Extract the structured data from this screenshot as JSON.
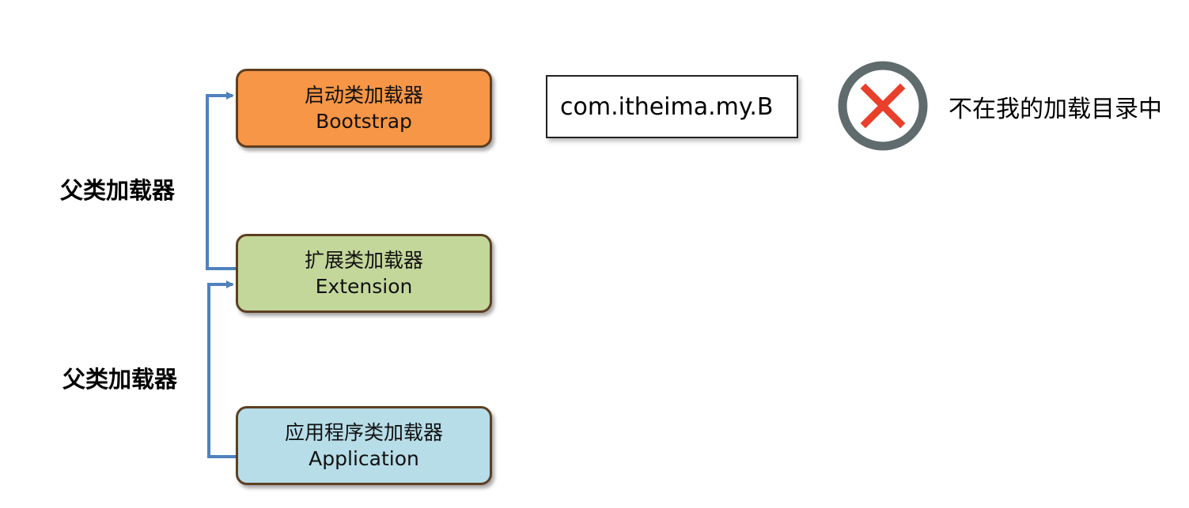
{
  "colors": {
    "bootstrap_fill": "#f79646",
    "extension_fill": "#c4d79b",
    "application_fill": "#b7dde8",
    "box_border": "#5e3f22",
    "arrow": "#4f81bd",
    "reject_ring": "#5f6b6d",
    "reject_cross": "#e8402a"
  },
  "loaders": {
    "bootstrap": {
      "cn": "启动类加载器",
      "en": "Bootstrap"
    },
    "extension": {
      "cn": "扩展类加载器",
      "en": "Extension"
    },
    "application": {
      "cn": "应用程序类加载器",
      "en": "Application"
    }
  },
  "parent_label_top": "父类加载器",
  "parent_label_bottom": "父类加载器",
  "class_name": "com.itheima.my.B",
  "result_text": "不在我的加载目录中",
  "icons": {
    "reject": "x-circle-icon",
    "arrow": "arrow-right-icon"
  }
}
